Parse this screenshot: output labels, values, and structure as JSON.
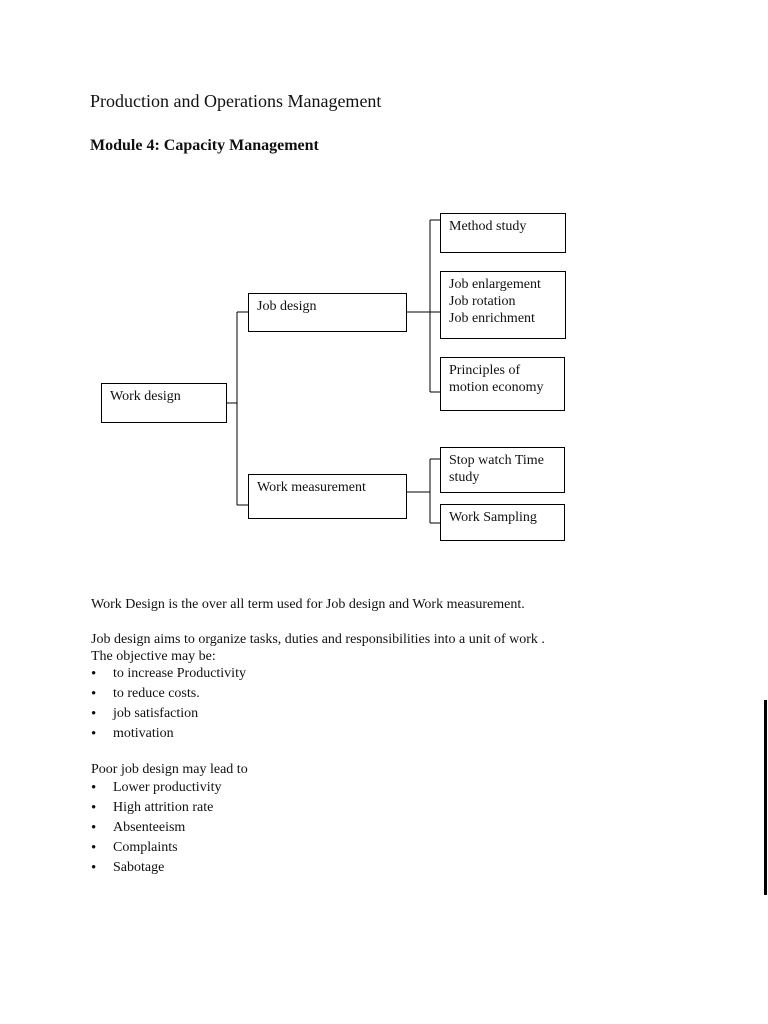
{
  "document": {
    "title": "Production and Operations Management",
    "module": "Module 4: Capacity Management"
  },
  "diagram": {
    "root": "Work design",
    "job_design": "Job design",
    "work_measurement": "Work measurement",
    "method_study": "Method study",
    "job_enlargement": "Job enlargement",
    "job_rotation": "Job rotation",
    "job_enrichment": "Job enrichment",
    "principles_line1": "Principles of",
    "principles_line2": "motion economy",
    "stopwatch_line1": "Stop watch Time",
    "stopwatch_line2": "study",
    "work_sampling": "Work Sampling"
  },
  "body": {
    "definition": "Work Design is the over all term used for Job design and Work measurement.",
    "job_design_aim": "Job design aims to organize tasks, duties and responsibilities into a unit of work .",
    "objective_intro": "The objective may be:",
    "objectives": [
      "to increase Productivity",
      "to reduce costs.",
      "job satisfaction",
      "motivation"
    ],
    "poor_intro": "Poor job design may lead to",
    "poor_effects": [
      "Lower productivity",
      "High attrition rate",
      "Absenteeism",
      "Complaints",
      "Sabotage"
    ]
  }
}
